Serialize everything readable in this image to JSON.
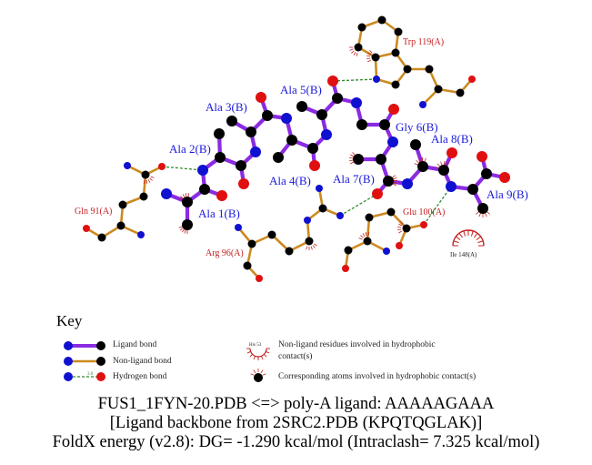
{
  "ligand_labels": [
    "Ala 1(B)",
    "Ala 2(B)",
    "Ala 3(B)",
    "Ala 4(B)",
    "Ala 5(B)",
    "Gly 6(B)",
    "Ala 7(B)",
    "Ala 8(B)",
    "Ala 9(B)"
  ],
  "residue_labels": {
    "trp": "Trp 119(A)",
    "gln": "Gln 91(A)",
    "arg": "Arg 96(A)",
    "glu": "Glu 100(A)",
    "ile": "Ile 148(A)"
  },
  "key": {
    "title": "Key",
    "ligand_bond": "Ligand bond",
    "nonligand_bond": "Non-ligand bond",
    "hydrogen_bond": "Hydrogen bond",
    "hbond_length": "3.0",
    "hydrophobic_residue_example": "His 53",
    "hydrophobic_residues": "Non-ligand residues involved in hydrophobic",
    "hydrophobic_residues_2": "contact(s)",
    "hydrophobic_atoms": "Corresponding atoms involved in hydrophobic contact(s)"
  },
  "caption": {
    "line1": "FUS1_1FYN-20.PDB <=> poly-A ligand: AAAAAGAAA",
    "line2": "[Ligand backbone from 2SRC2.PDB (KPQTQGLAK)]",
    "line3": "FoldX energy (v2.8): DG= -1.290 kcal/mol (Intraclash= 7.325 kcal/mol)"
  },
  "colors": {
    "ligand_bond": "#8a2be2",
    "nonligand_bond": "#cc8a20",
    "hbond": "#2e8b2e",
    "carbon": "#000000",
    "nitrogen": "#1010d0",
    "oxygen": "#e01010",
    "hydrophobic": "#c42020"
  }
}
